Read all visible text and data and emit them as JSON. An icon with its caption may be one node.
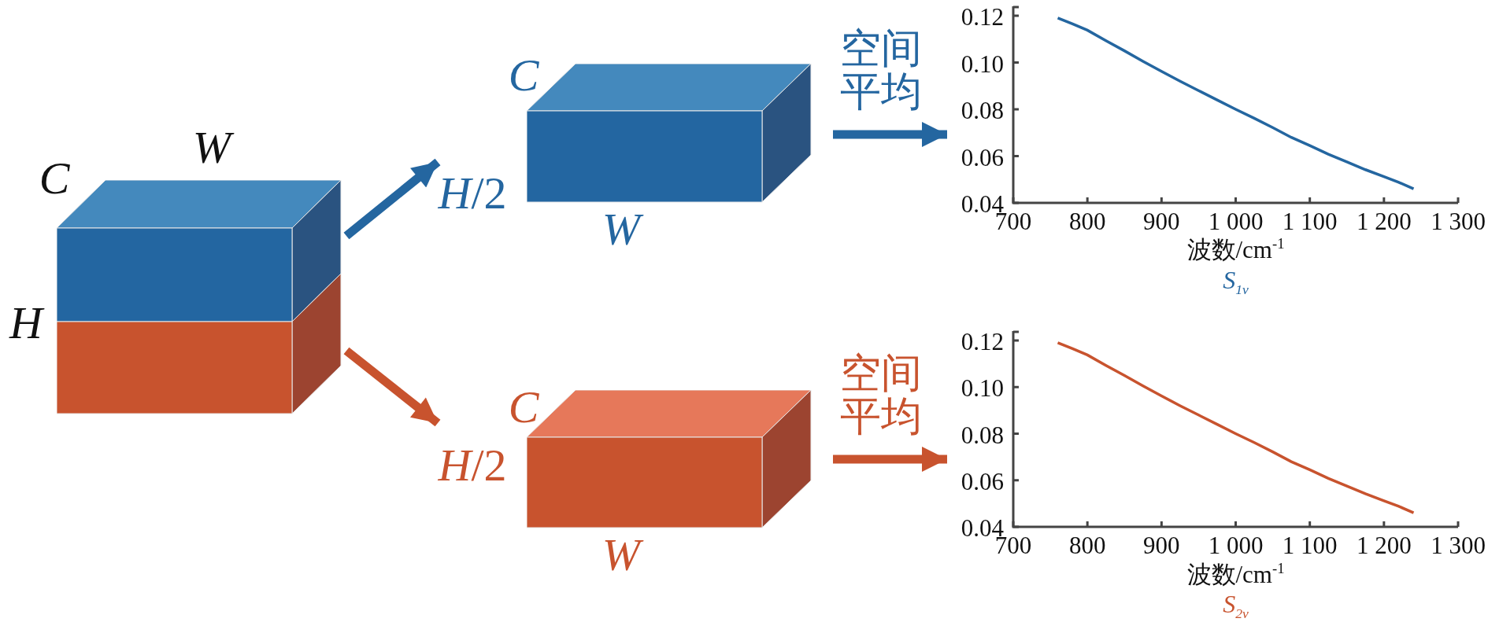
{
  "diagram": {
    "nodes": [
      {
        "text": [],
        "shape": "box"
      },
      {
        "text": [],
        "shape": "box"
      },
      {
        "text": [],
        "shape": "box",
        "beside": [
          "C",
          "H/2",
          "W"
        ]
      },
      {
        "text": [
          "波数/cm$^{-1}$",
          "S$_{1v}$"
        ]
      },
      {
        "text": [],
        "shape": "box",
        "beside": [
          "C",
          "H/2",
          "W"
        ]
      },
      {
        "text": [
          "波数/cm$^{-1}$",
          "S$_{2v}$"
        ]
      }
    ],
    "edges": [
      {
        "from": 0,
        "to": 2,
        "arrow": "to",
        "color": "#2466a0"
      },
      {
        "from": 1,
        "to": 4,
        "arrow": "to",
        "color": "#c8532e"
      },
      {
        "from": 2,
        "to": 3,
        "arrow": "to",
        "label": "空间平均",
        "color": "#2466a0"
      },
      {
        "from": 4,
        "to": 5,
        "arrow": "to",
        "label": "空间平均",
        "color": "#c8532e"
      }
    ],
    "labels": [
      "C",
      "W",
      "H",
      "0.12",
      "0.10",
      "0.08",
      "0.06",
      "0.04",
      "700",
      "800",
      "900",
      "1 000",
      "1 100",
      "1 200",
      "1 300",
      "0.12",
      "0.10",
      "0.08",
      "0.06",
      "0.04",
      "700",
      "800",
      "900",
      "1 000",
      "1 100",
      "1 200",
      "1 300"
    ]
  }
}
